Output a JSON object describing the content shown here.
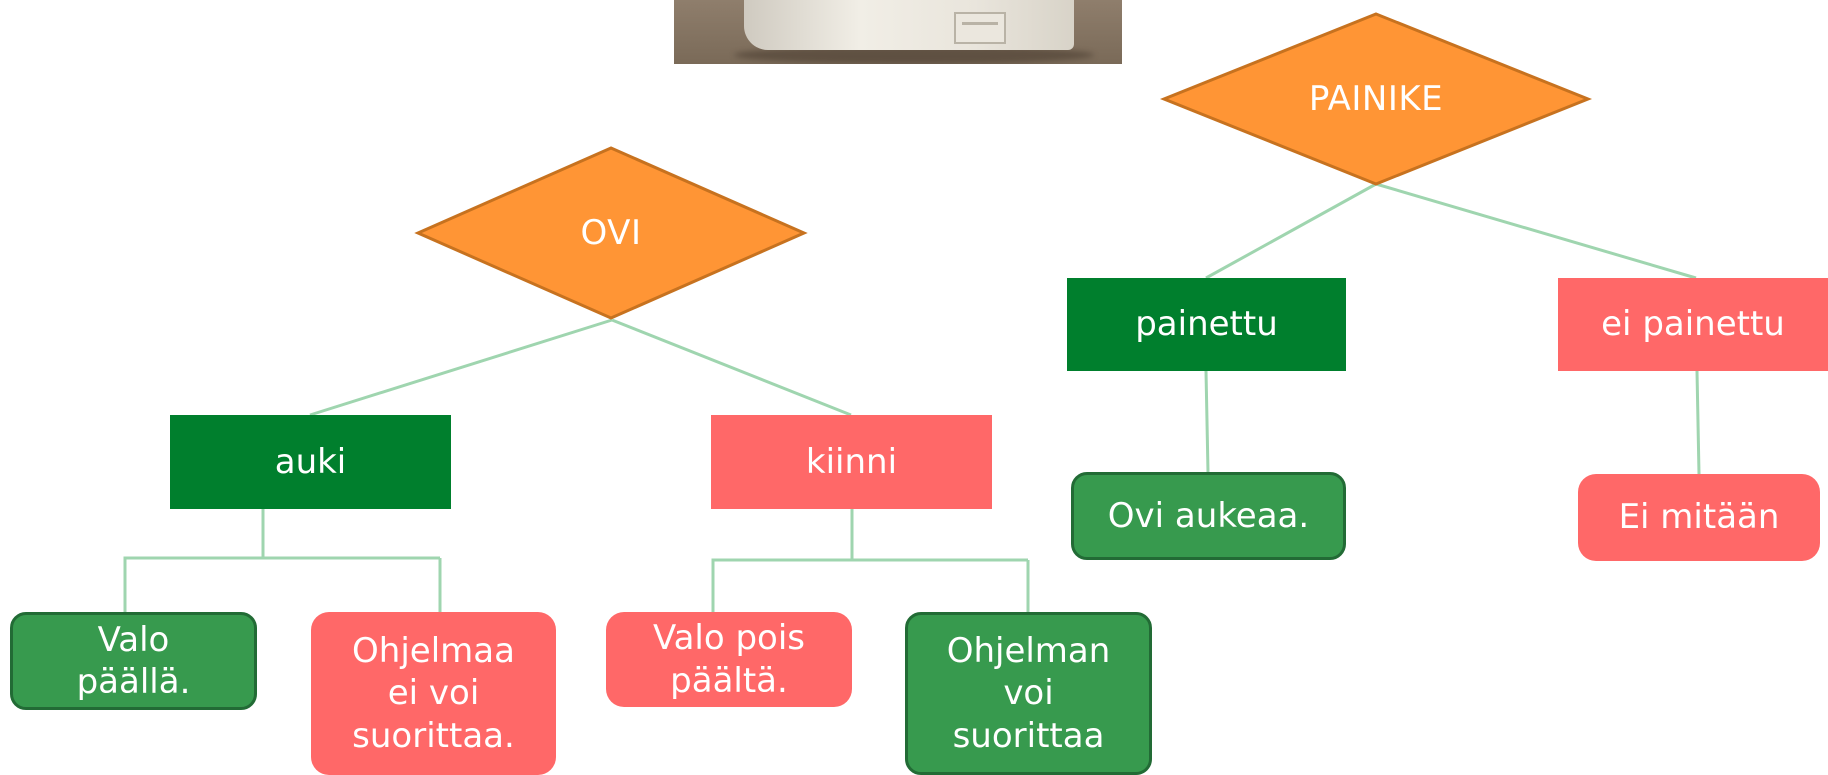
{
  "colors": {
    "decision_fill": "#ff9535",
    "decision_stroke": "#c7721f",
    "connector": "#9fd5af",
    "state_green": "#007f2d",
    "state_red": "#ff6868",
    "outcome_green": "#379a4e",
    "outcome_red": "#ff6868"
  },
  "image": {
    "icon": "microwave-photo"
  },
  "ovi_tree": {
    "decision": "OVI",
    "open": {
      "label": "auki",
      "outcomes": [
        "Valo\npäällä.",
        "Ohjelmaa\nei voi\nsuorittaa."
      ]
    },
    "closed": {
      "label": "kiinni",
      "outcomes": [
        "Valo pois\npäältä.",
        "Ohjelman\nvoi\nsuorittaa"
      ]
    }
  },
  "painike_tree": {
    "decision": "PAINIKE",
    "pressed": {
      "label": "painettu",
      "outcome": "Ovi aukeaa."
    },
    "not_pressed": {
      "label": "ei painettu",
      "outcome": "Ei mitään"
    }
  }
}
